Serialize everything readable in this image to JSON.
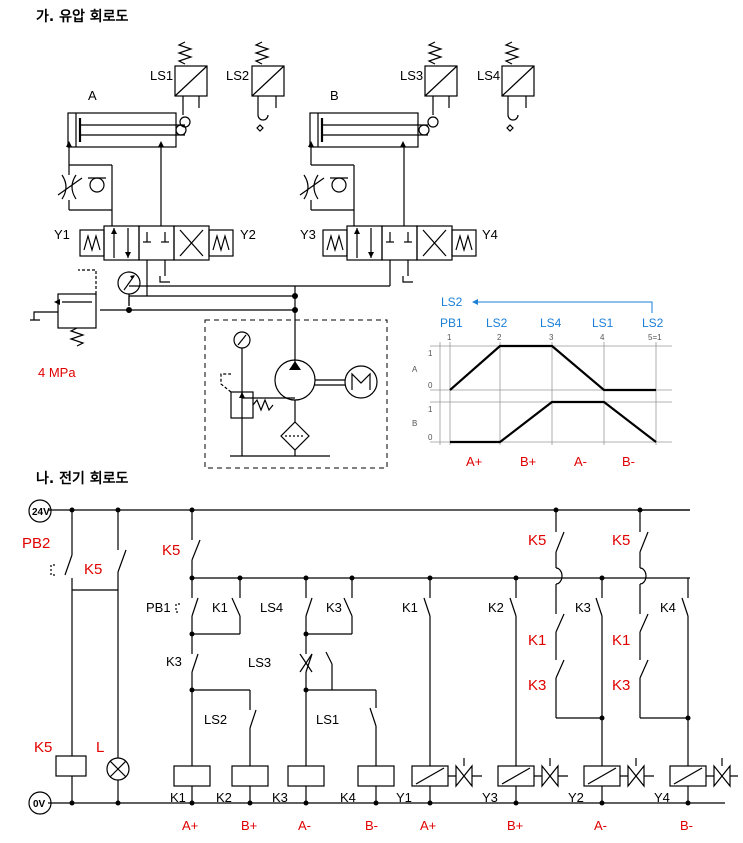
{
  "sections": {
    "hydraulic_title": "가. 유압 회로도",
    "electric_title": "나. 전기 회로도"
  },
  "hydraulic": {
    "cylinders": [
      "A",
      "B"
    ],
    "limit_switches": [
      "LS1",
      "LS2",
      "LS3",
      "LS4"
    ],
    "solenoids": [
      "Y1",
      "Y2",
      "Y3",
      "Y4"
    ],
    "pressure": "4 MPa"
  },
  "timing": {
    "top_label": "LS2",
    "step_labels": [
      "PB1",
      "LS2",
      "LS4",
      "LS1",
      "LS2"
    ],
    "step_numbers": [
      "1",
      "2",
      "3",
      "4",
      "5=1"
    ],
    "rows": [
      "A",
      "B"
    ],
    "levels": [
      "1",
      "0"
    ],
    "phases": [
      "A+",
      "B+",
      "A-",
      "B-"
    ]
  },
  "electric": {
    "supply_top": "24V",
    "supply_bottom": "0V",
    "pb2": "PB2",
    "k5_labels": [
      "K5",
      "K5",
      "K5",
      "K5",
      "K5"
    ],
    "k5_coil": "K5",
    "lamp": "L",
    "pb1": "PB1",
    "ls4": "LS4",
    "ls3": "LS3",
    "ls2": "LS2",
    "ls1": "LS1",
    "contacts": {
      "k1a": "K1",
      "k3a": "K3",
      "k3b": "K3",
      "k1b": "K1",
      "k2b": "K2",
      "k3c": "K3",
      "k4b": "K4",
      "k1r1": "K1",
      "k3r1": "K3",
      "k1r2": "K1",
      "k3r2": "K3"
    },
    "coils": [
      "K1",
      "K2",
      "K3",
      "K4"
    ],
    "valves": [
      "Y1",
      "Y3",
      "Y2",
      "Y4"
    ],
    "bottom_labels": [
      "A+",
      "B+",
      "A-",
      "B-",
      "A+",
      "B+",
      "A-",
      "B-"
    ]
  }
}
